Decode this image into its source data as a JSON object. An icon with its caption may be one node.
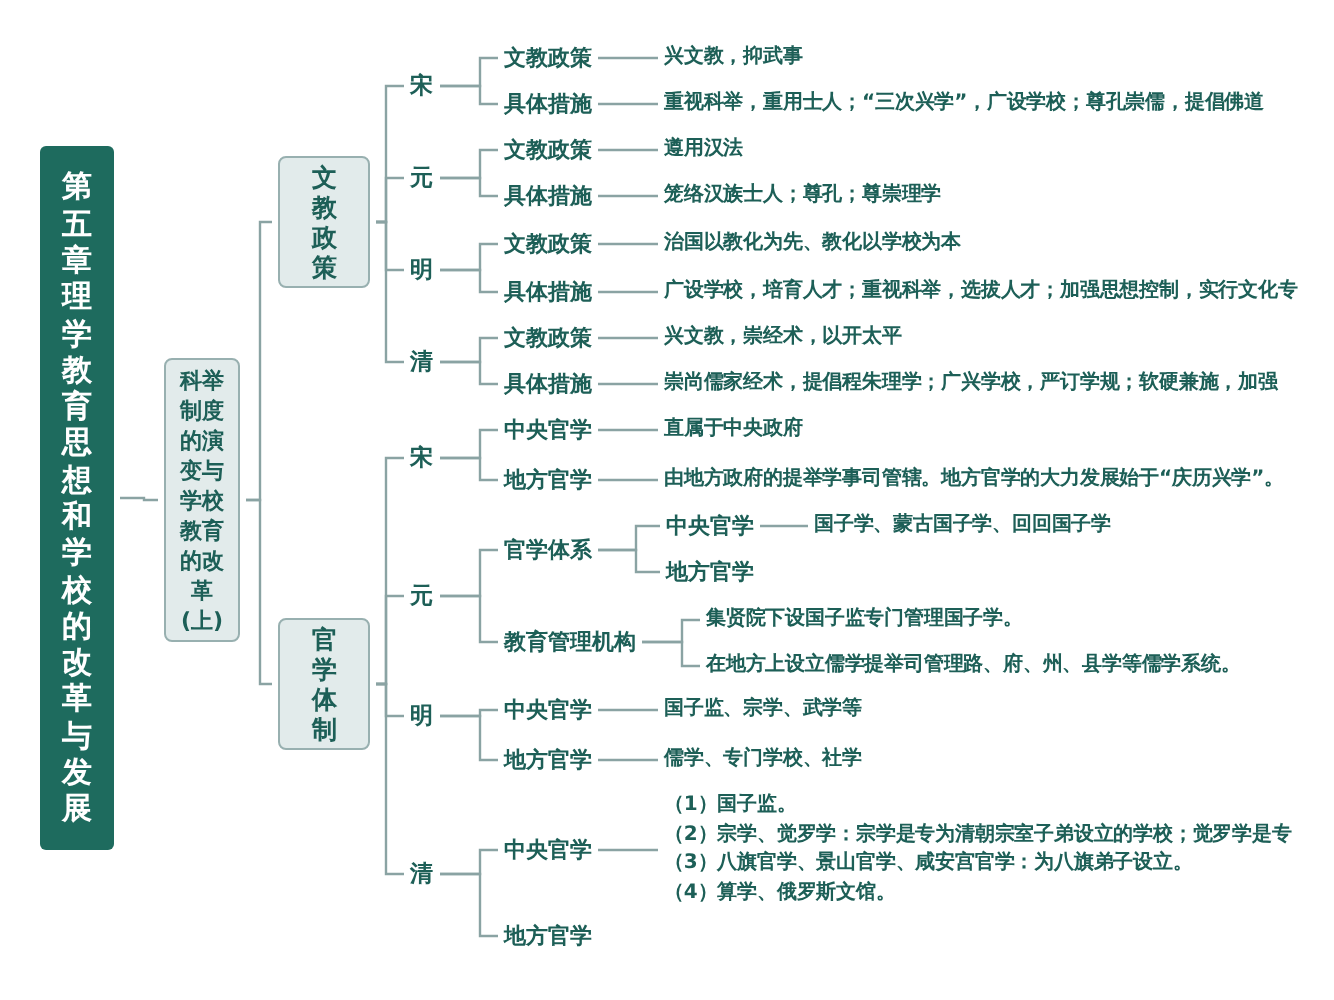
{
  "diagram": {
    "nodes": [
      {
        "text": [
          "第五章理学教育思想和学校的改革与发展"
        ]
      },
      {
        "text": [
          "科举制度的演变与学校教育的改革(上)"
        ]
      },
      {
        "text": [
          "文教政策"
        ]
      },
      {
        "text": [
          "宋"
        ]
      },
      {
        "text": [
          "文教政策"
        ]
      },
      {
        "text": [
          "兴文教，抑武事"
        ]
      },
      {
        "text": [
          "具体措施"
        ]
      },
      {
        "text": [
          "重视科举，重用士人；“三次兴学”，广设学校；尊孔崇儒，提倡佛道"
        ]
      },
      {
        "text": [
          "元"
        ]
      },
      {
        "text": [
          "文教政策"
        ]
      },
      {
        "text": [
          "遵用汉法"
        ]
      },
      {
        "text": [
          "具体措施"
        ]
      },
      {
        "text": [
          "笼络汉族士人；尊孔；尊崇理学"
        ]
      },
      {
        "text": [
          "明"
        ]
      },
      {
        "text": [
          "文教政策"
        ]
      },
      {
        "text": [
          "治国以教化为先、教化以学校为本"
        ]
      },
      {
        "text": [
          "具体措施"
        ]
      },
      {
        "text": [
          "广设学校，培育人才；重视科举，选拔人才；加强思想控制，实行文化专"
        ]
      },
      {
        "text": [
          "清"
        ]
      },
      {
        "text": [
          "文教政策"
        ]
      },
      {
        "text": [
          "兴文教，崇经术，以开太平"
        ]
      },
      {
        "text": [
          "具体措施"
        ]
      },
      {
        "text": [
          "崇尚儒家经术，提倡程朱理学；广兴学校，严订学规；软硬兼施，加强"
        ]
      },
      {
        "text": [
          "官学体制"
        ]
      },
      {
        "text": [
          "宋"
        ]
      },
      {
        "text": [
          "中央官学"
        ]
      },
      {
        "text": [
          "直属于中央政府"
        ]
      },
      {
        "text": [
          "地方官学"
        ]
      },
      {
        "text": [
          "由地方政府的提举学事司管辖。地方官学的大力发展始于“庆历兴学”。"
        ]
      },
      {
        "text": [
          "元"
        ]
      },
      {
        "text": [
          "官学体系"
        ]
      },
      {
        "text": [
          "中央官学"
        ]
      },
      {
        "text": [
          "国子学、蒙古国子学、回回国子学"
        ]
      },
      {
        "text": [
          "地方官学"
        ]
      },
      {
        "text": [
          "教育管理机构"
        ]
      },
      {
        "text": [
          "集贤院下设国子监专门管理国子学。"
        ]
      },
      {
        "text": [
          "在地方上设立儒学提举司管理路、府、州、县学等儒学系统。"
        ]
      },
      {
        "text": [
          "明"
        ]
      },
      {
        "text": [
          "中央官学"
        ]
      },
      {
        "text": [
          "国子监、宗学、武学等"
        ]
      },
      {
        "text": [
          "地方官学"
        ]
      },
      {
        "text": [
          "儒学、专门学校、社学"
        ]
      },
      {
        "text": [
          "清"
        ]
      },
      {
        "text": [
          "中央官学"
        ]
      },
      {
        "text": [
          "（1）国子监。",
          "（2）宗学、觉罗学：宗学是专为清朝宗室子弟设立的学校；觉罗学是专",
          "（3）八旗官学、景山官学、咸安宫官学：为八旗弟子设立。",
          "（4）算学、俄罗斯文馆。"
        ]
      },
      {
        "text": [
          "地方官学"
        ]
      }
    ],
    "edges": [
      {
        "from": 0,
        "to": 1,
        "arrow": "none"
      },
      {
        "from": 1,
        "to": 2,
        "arrow": "none"
      },
      {
        "from": 1,
        "to": 23,
        "arrow": "none"
      },
      {
        "from": 2,
        "to": 3,
        "arrow": "none"
      },
      {
        "from": 2,
        "to": 8,
        "arrow": "none"
      },
      {
        "from": 2,
        "to": 13,
        "arrow": "none"
      },
      {
        "from": 2,
        "to": 18,
        "arrow": "none"
      },
      {
        "from": 3,
        "to": 4,
        "arrow": "none"
      },
      {
        "from": 3,
        "to": 6,
        "arrow": "none"
      },
      {
        "from": 4,
        "to": 5,
        "arrow": "none"
      },
      {
        "from": 6,
        "to": 7,
        "arrow": "none"
      },
      {
        "from": 8,
        "to": 9,
        "arrow": "none"
      },
      {
        "from": 8,
        "to": 11,
        "arrow": "none"
      },
      {
        "from": 9,
        "to": 10,
        "arrow": "none"
      },
      {
        "from": 11,
        "to": 12,
        "arrow": "none"
      },
      {
        "from": 13,
        "to": 14,
        "arrow": "none"
      },
      {
        "from": 13,
        "to": 16,
        "arrow": "none"
      },
      {
        "from": 14,
        "to": 15,
        "arrow": "none"
      },
      {
        "from": 16,
        "to": 17,
        "arrow": "none"
      },
      {
        "from": 18,
        "to": 19,
        "arrow": "none"
      },
      {
        "from": 18,
        "to": 21,
        "arrow": "none"
      },
      {
        "from": 19,
        "to": 20,
        "arrow": "none"
      },
      {
        "from": 21,
        "to": 22,
        "arrow": "none"
      },
      {
        "from": 23,
        "to": 24,
        "arrow": "none"
      },
      {
        "from": 23,
        "to": 29,
        "arrow": "none"
      },
      {
        "from": 23,
        "to": 37,
        "arrow": "none"
      },
      {
        "from": 23,
        "to": 42,
        "arrow": "none"
      },
      {
        "from": 24,
        "to": 25,
        "arrow": "none"
      },
      {
        "from": 24,
        "to": 27,
        "arrow": "none"
      },
      {
        "from": 25,
        "to": 26,
        "arrow": "none"
      },
      {
        "from": 27,
        "to": 28,
        "arrow": "none"
      },
      {
        "from": 29,
        "to": 30,
        "arrow": "none"
      },
      {
        "from": 29,
        "to": 34,
        "arrow": "none"
      },
      {
        "from": 30,
        "to": 31,
        "arrow": "none"
      },
      {
        "from": 30,
        "to": 33,
        "arrow": "none"
      },
      {
        "from": 31,
        "to": 32,
        "arrow": "none"
      },
      {
        "from": 34,
        "to": 35,
        "arrow": "none"
      },
      {
        "from": 34,
        "to": 36,
        "arrow": "none"
      },
      {
        "from": 37,
        "to": 38,
        "arrow": "none"
      },
      {
        "from": 37,
        "to": 40,
        "arrow": "none"
      },
      {
        "from": 38,
        "to": 39,
        "arrow": "none"
      },
      {
        "from": 40,
        "to": 41,
        "arrow": "none"
      },
      {
        "from": 42,
        "to": 43,
        "arrow": "none"
      },
      {
        "from": 42,
        "to": 45,
        "arrow": "none"
      },
      {
        "from": 43,
        "to": 44,
        "arrow": "none"
      }
    ]
  }
}
